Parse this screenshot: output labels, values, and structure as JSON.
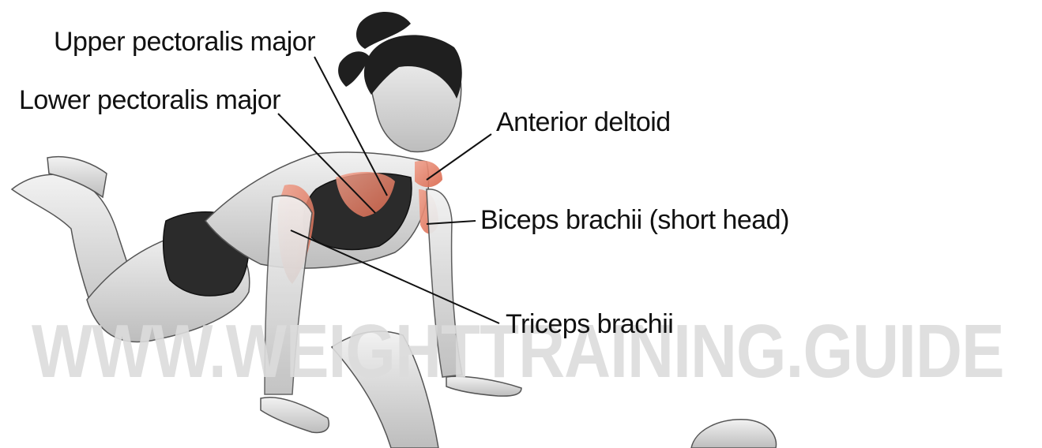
{
  "labels": {
    "upper_pec": "Upper pectoralis major",
    "lower_pec": "Lower pectoralis major",
    "anterior_deltoid": "Anterior deltoid",
    "biceps": "Biceps brachii (short head)",
    "triceps": "Triceps brachii"
  },
  "watermark": "WWW.WEIGHTTRAINING.GUIDE",
  "colors": {
    "skin": "#d9d9d9",
    "muscle_highlight": "#e07a5f",
    "clothing": "#2b2b2b",
    "leader_line": "#111111"
  }
}
